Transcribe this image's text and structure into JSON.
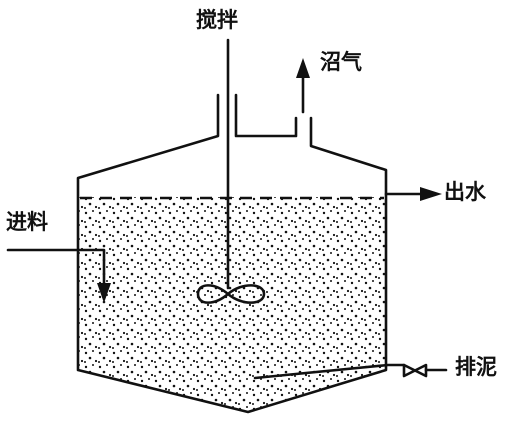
{
  "labels": {
    "stirring": "搅拌",
    "biogas": "沼气",
    "outflow": "出水",
    "feed": "进料",
    "sludge_discharge": "排泥"
  },
  "colors": {
    "ink": "#111111",
    "background": "#ffffff"
  }
}
